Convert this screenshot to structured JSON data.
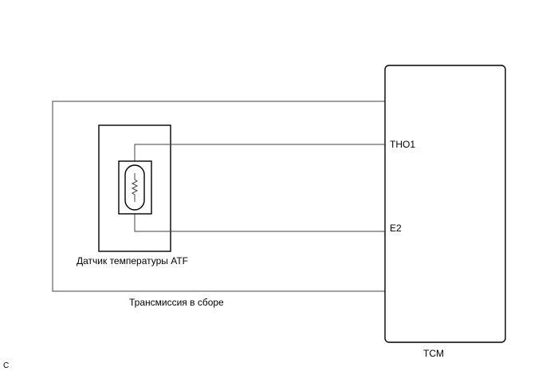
{
  "diagram": {
    "tcm_label": "TCM",
    "transmission_label": "Трансмиссия в сборе",
    "sensor_label": "Датчик температуры ATF",
    "pin_tho1": "THO1",
    "pin_e2": "E2",
    "corner_code": "C"
  }
}
